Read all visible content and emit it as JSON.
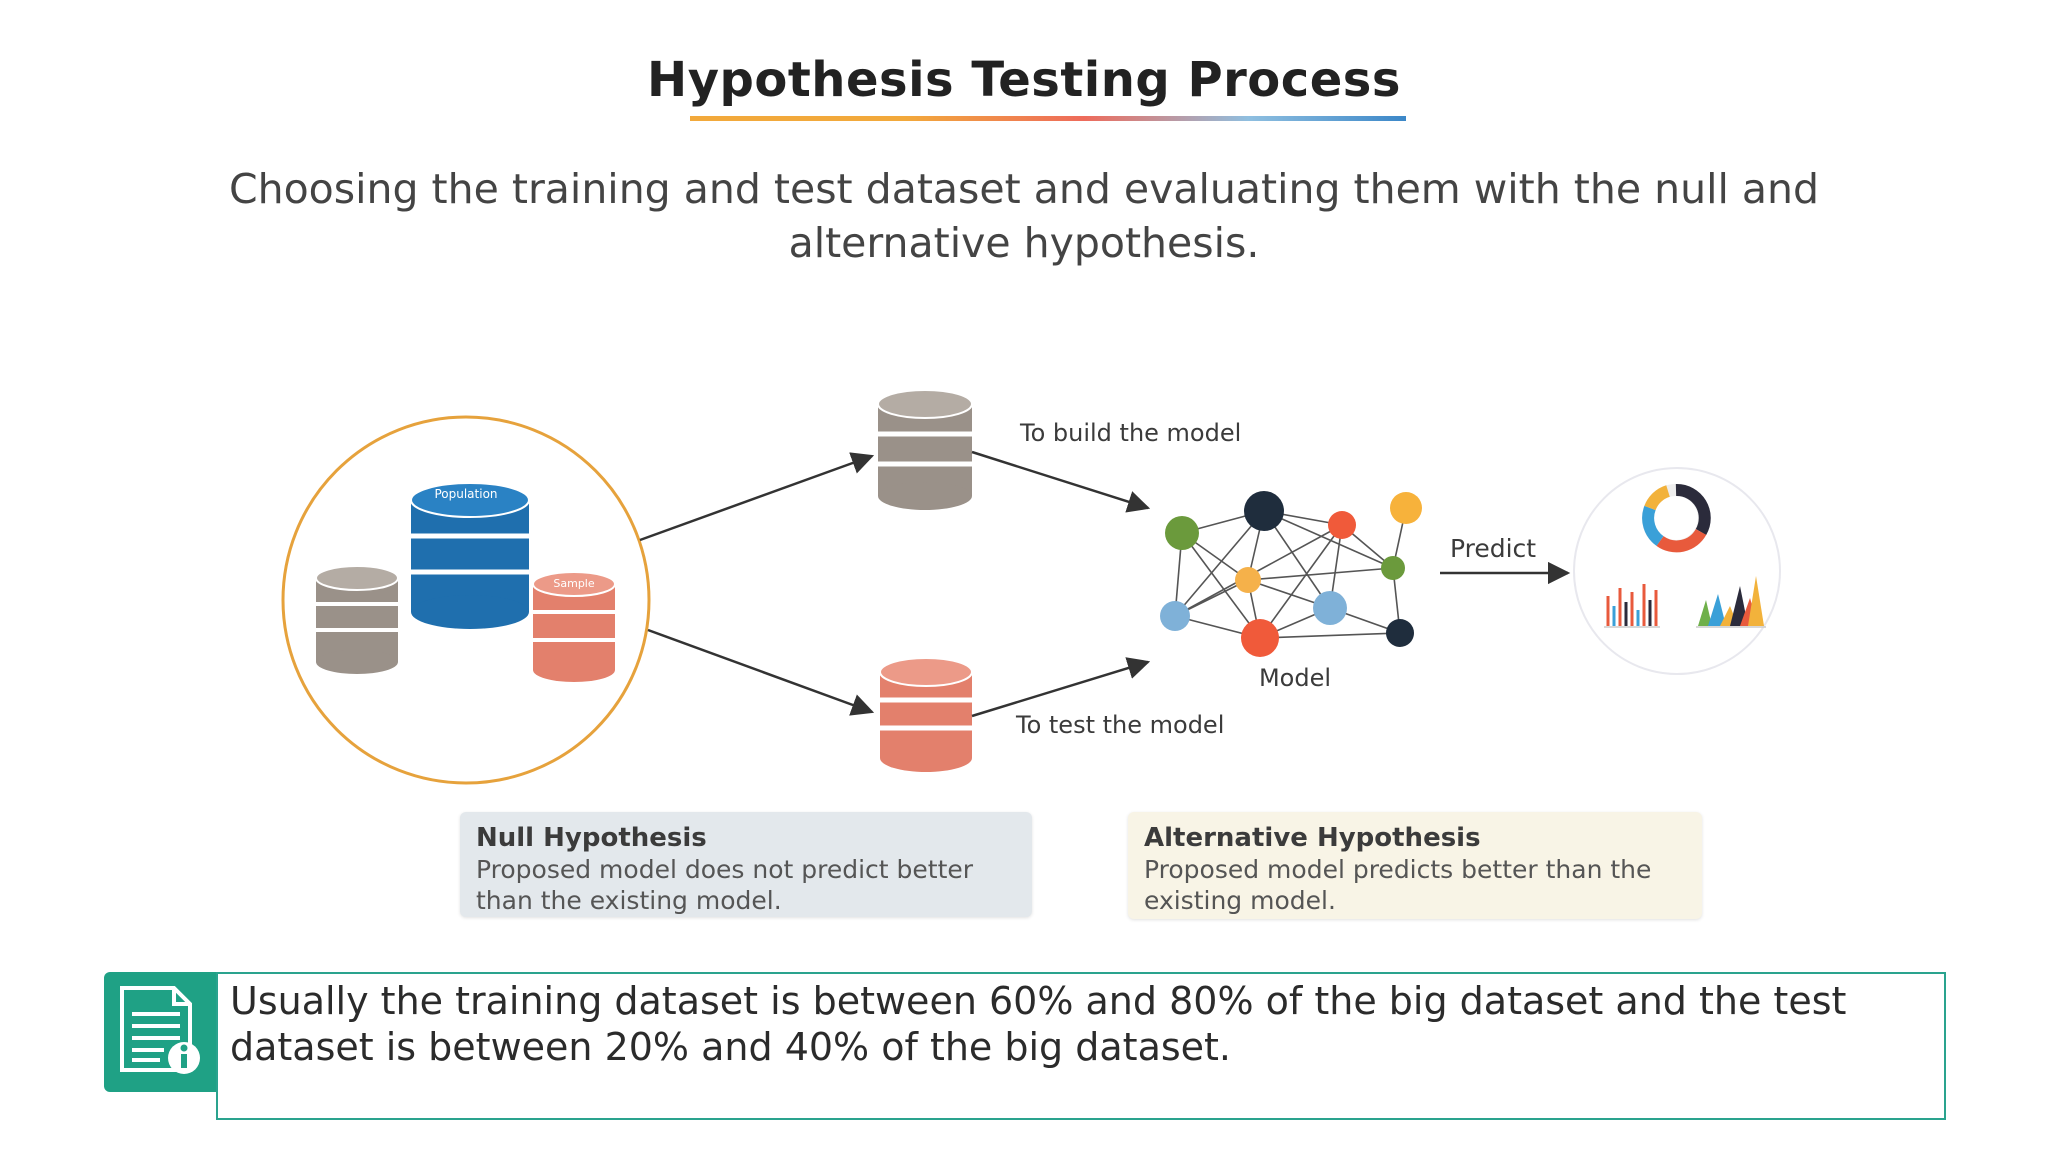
{
  "slide": {
    "title": "Hypothesis Testing Process",
    "subtitle": "Choosing the training and test dataset and evaluating them with the null and alternative hypothesis."
  },
  "diagram": {
    "population_label": "Population",
    "sample_label": "Sample",
    "build_label": "To build the model",
    "test_label": "To test the model",
    "model_label": "Model",
    "predict_label": "Predict"
  },
  "null_hypothesis": {
    "title": "Null Hypothesis",
    "description": "Proposed model does not predict better than the existing model."
  },
  "alternative_hypothesis": {
    "title": "Alternative Hypothesis",
    "description": "Proposed model predicts better than the existing model."
  },
  "note": {
    "text": "Usually the training dataset is between 60% and 80% of the big dataset and the test dataset is between 20% and 40% of the big dataset."
  },
  "colors": {
    "gray_db": "#9a9189",
    "blue_db": "#1f6fae",
    "salmon_db": "#e3806c",
    "circle_border": "#e6a23c",
    "accent": "#1fa185"
  }
}
